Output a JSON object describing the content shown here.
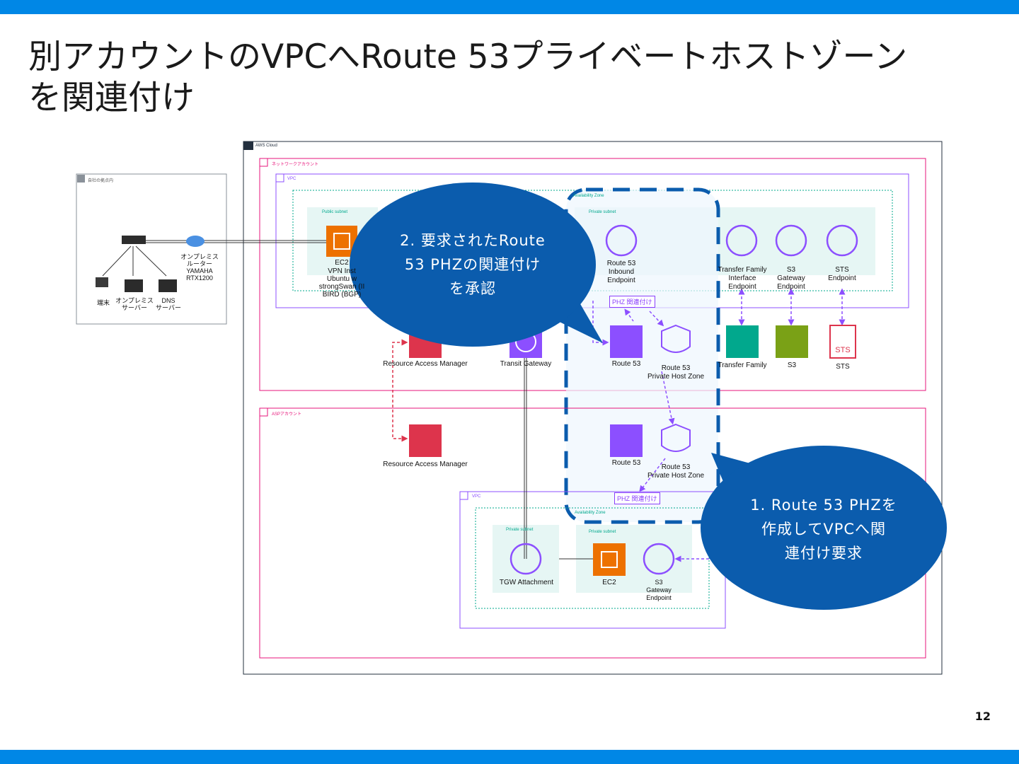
{
  "slide": {
    "title": "別アカウントのVPCへRoute 53プライベートホストゾーン\nを関連付け",
    "page_number": "12",
    "accent_color": "#0087e6"
  },
  "bubbles": [
    {
      "text": "2. 要求されたRoute\n53 PHZの関連付け\nを承認",
      "color": "#0b5cad"
    },
    {
      "text": "1. Route 53 PHZを\n作成してVPCへ関\n連付け要求",
      "color": "#0b5cad"
    }
  ],
  "groups": {
    "aws_cloud": "AWS Cloud",
    "network_account": "ネットワークアカウント",
    "onprem": "自社の拠点内",
    "vpc": "VPC",
    "availability_zone": "Availability Zone",
    "public_subnet": "Public subnet",
    "private_subnet": "Private subnet",
    "app_account": "ASPアカウント"
  },
  "onprem": {
    "router_label": "オンプレミス\nルーター\nYAMAHA\nRTX1200",
    "terminal_label": "端末",
    "server_label": "オンプレミス\nサーバー",
    "dns_label": "DNS\nサーバー"
  },
  "network_account": {
    "ec2_label": "EC2",
    "ec2_desc": "VPN Inst\nUbuntu w\nstrongSwan (II\nBIRD (BGP)",
    "inbound_endpoint": "Route 53\nInbound\nEndpoint",
    "tf_interface_endpoint": "Transfer Family\nInterface\nEndpoint",
    "s3_gateway_endpoint": "S3\nGateway\nEndpoint",
    "sts_endpoint": "STS\nEndpoint",
    "phz_assoc": "PHZ 関連付け",
    "ram": "Resource Access Manager",
    "tgw": "Transit Gateway",
    "route53": "Route 53",
    "phz": "Route 53\nPrivate Host Zone",
    "transfer_family": "Transfer Family",
    "s3": "S3",
    "sts": "STS",
    "sts_icon_text": "STS"
  },
  "app_account": {
    "ram": "Resource Access Manager",
    "route53": "Route 53",
    "phz": "Route 53\nPrivate Host Zone",
    "phz_assoc": "PHZ 関連付け",
    "tgw_attachment": "TGW Attachment",
    "ec2": "EC2",
    "s3_gateway_endpoint": "S3\nGateway\nEndpoint"
  },
  "colors": {
    "ec2_orange": "#ed7100",
    "ram_red": "#dd344c",
    "route53_purple": "#8c4fff",
    "s3_green": "#7aa116",
    "network_pink": "#e7157b",
    "vpc_purple": "#8c4fff",
    "subnet_teal": "#01a88d",
    "subnet_fill": "#e6f6f4",
    "az_fill": "#eef6fd",
    "az_dash_blue": "#0b5cad"
  }
}
